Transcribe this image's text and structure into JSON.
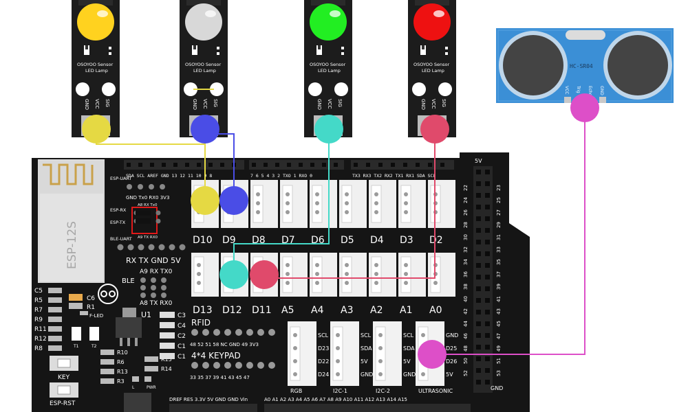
{
  "modules": [
    {
      "line1": "OSOYOO Sensor",
      "line2": "LED Lamp",
      "pins": [
        "GND",
        "VCC",
        "SIG"
      ],
      "led_color": "#ffd21f"
    },
    {
      "line1": "OSOYOO Sensor",
      "line2": "LED Lamp",
      "pins": [
        "GND",
        "VCC",
        "SIG"
      ],
      "led_color": "#d8d8d8"
    },
    {
      "line1": "OSOYOO Sensor",
      "line2": "LED Lamp",
      "pins": [
        "GND",
        "VCC",
        "SIG"
      ],
      "led_color": "#22ee22"
    },
    {
      "line1": "OSOYOO Sensor",
      "line2": "LED Lamp",
      "pins": [
        "GND",
        "VCC",
        "SIG"
      ],
      "led_color": "#ee1111"
    }
  ],
  "ultrasonic": {
    "label": "HC-SR04",
    "pins": [
      "VCC",
      "Trig",
      "Echo",
      "GND"
    ]
  },
  "board": {
    "esp_module": "ESP-12S",
    "header_top_left": "SDA SCL AREF GND 13 12 11 10 9 8",
    "header_top_mid": "7 6 5 4 3 2 TXO 1 RXO 0",
    "header_top_right": "TX3 RX3 TX2 RX2 TX1 RX1 SDA SCL",
    "five_v": "5V",
    "gnd_right": "GND",
    "esp_uart": "ESP-UART",
    "uart_pins": "GND Tx0 RX0 3V3",
    "esp_rx": "ESP-RX",
    "esp_tx": "ESP-TX",
    "a8_rx_tx0": "A8 RX Tx0",
    "a9_tx_rx0": "A9 TX RX0",
    "ble_uart": "BLE-UART",
    "rx_tx_row": "RX TX GND 5V",
    "ble": "BLE",
    "a9_rx_tx0_b": "A9 RX TX0",
    "a8_tx_rx0_b": "A8 TX RX0",
    "u1": "U1",
    "f_led": "F-LED",
    "key": "KEY",
    "esp_rst": "ESP-RST",
    "pwr": "PWR",
    "l": "L",
    "rfid": "RFID",
    "rfid_pins": "48 52 51 58 NC GND 49 3V3",
    "keypad": "4*4 KEYPAD",
    "keypad_pins": "33 35 37 39 41 43 45 47",
    "bottom_header": "DREF RES 3.3V 5V GND GND Vin",
    "analog_header": "A0 A1 A2 A3 A4 A5 A6 A7 A8 A9 A10 A11 A12 A13 A14 A15",
    "digital_top": [
      "D10",
      "D9",
      "D8",
      "D7",
      "D6",
      "D5",
      "D4",
      "D3",
      "D2"
    ],
    "digital_bottom": [
      "D13",
      "D12",
      "D11",
      "A5",
      "A4",
      "A3",
      "A2",
      "A1",
      "A0"
    ],
    "components_left": [
      "C5",
      "R5",
      "R7",
      "R9",
      "R11",
      "R12",
      "R8"
    ],
    "components_mid": [
      "C6",
      "R1",
      "T1",
      "T2"
    ],
    "components_right": [
      "C3",
      "C4",
      "C2",
      "C1",
      "C1"
    ],
    "components_low": [
      "R10",
      "R6",
      "R13",
      "R3",
      "R15",
      "R14"
    ],
    "bottom_modules": [
      {
        "title": "RGB",
        "pins": [
          "SCL",
          "D23",
          "D22",
          "D24"
        ]
      },
      {
        "title": "I2C-1",
        "pins": [
          "SCL",
          "SDA",
          "5V",
          "GND"
        ]
      },
      {
        "title": "I2C-2",
        "pins": [
          "SCL",
          "SDA",
          "5V",
          "GND"
        ]
      },
      {
        "title": "ULTRASONIC",
        "pins": [
          "GND",
          "D25",
          "D26",
          "5V"
        ]
      }
    ],
    "right_numbers": [
      "22",
      "24",
      "26",
      "28",
      "30",
      "32",
      "34",
      "36",
      "38",
      "40",
      "42",
      "44",
      "46",
      "48",
      "50",
      "52"
    ],
    "right_numbers_2": [
      "23",
      "25",
      "27",
      "29",
      "31",
      "33",
      "35",
      "37",
      "39",
      "41",
      "43",
      "45",
      "47",
      "49",
      "51",
      "53"
    ]
  },
  "colors": {
    "board": "#131313",
    "wire_yellow": "#e5d943",
    "wire_blue": "#4a4de6",
    "wire_cyan": "#44d9c8",
    "wire_red": "#e04a6b",
    "wire_magenta": "#dd4fc8",
    "ultrasonic_board": "#3b8fd6"
  }
}
